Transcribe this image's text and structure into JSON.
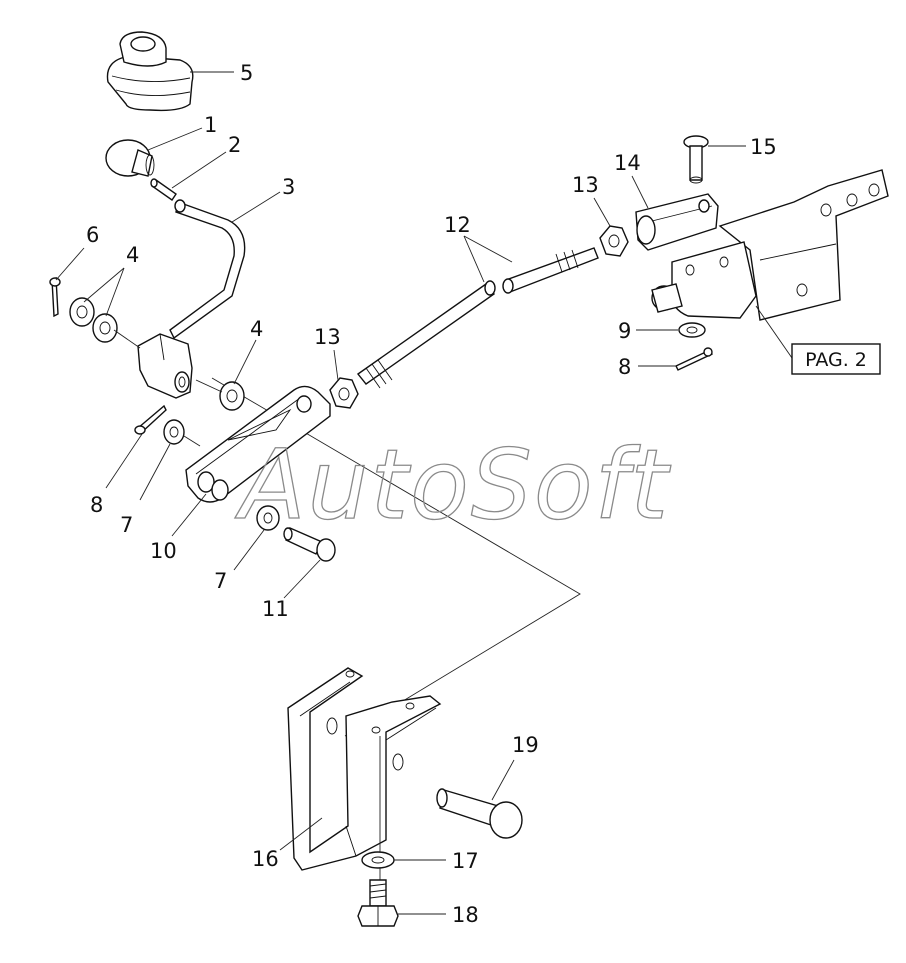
{
  "diagram": {
    "callouts": [
      "1",
      "2",
      "3",
      "4",
      "4",
      "5",
      "6",
      "7",
      "7",
      "8",
      "8",
      "9",
      "10",
      "11",
      "12",
      "13",
      "13",
      "14",
      "15",
      "16",
      "17",
      "18",
      "19"
    ],
    "page_reference": "PAG. 2",
    "watermark": "AutoSoft"
  },
  "colors": {
    "line": "#111111",
    "background": "#ffffff",
    "watermark": "#8a8a8a"
  }
}
